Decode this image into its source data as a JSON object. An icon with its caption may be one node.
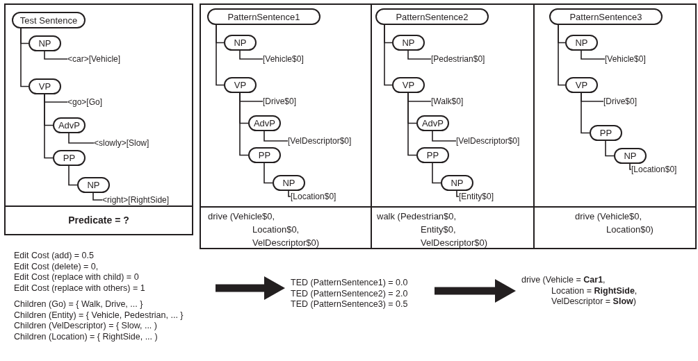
{
  "diagram": {
    "nodes": [
      {
        "text": [],
        "shape": "box"
      },
      {
        "text": [
          "Test Sentence"
        ],
        "in": 0
      },
      {
        "text": [
          "NP"
        ],
        "in": 0
      },
      {
        "text": [
          "<car>[Vehicle]"
        ],
        "in": 0
      },
      {
        "text": [
          "VP"
        ],
        "in": 0
      },
      {
        "text": [
          "<go>[Go]"
        ],
        "in": 0
      },
      {
        "text": [
          "AdvP"
        ],
        "in": 0
      },
      {
        "text": [
          "<slowly>[Slow]"
        ],
        "in": 0
      },
      {
        "text": [
          "PP"
        ],
        "in": 0
      },
      {
        "text": [
          "NP"
        ],
        "in": 0
      },
      {
        "text": [
          "<right>[RightSide]"
        ],
        "in": 0
      },
      {
        "text": [
          "Predicate = ?"
        ],
        "in": 0
      },
      {
        "text": [],
        "shape": "box"
      },
      {
        "text": [
          "PatternSentence1"
        ],
        "in": 12
      },
      {
        "text": [
          "NP"
        ],
        "in": 12
      },
      {
        "text": [
          "[Vehicle$0]"
        ],
        "in": 12
      },
      {
        "text": [
          "VP"
        ],
        "in": 12
      },
      {
        "text": [
          "[Drive$0]"
        ],
        "in": 12
      },
      {
        "text": [
          "AdvP"
        ],
        "in": 12
      },
      {
        "text": [
          "[VelDescriptor$0]"
        ],
        "in": 12
      },
      {
        "text": [
          "PP"
        ],
        "in": 12
      },
      {
        "text": [
          "NP"
        ],
        "in": 12
      },
      {
        "text": [
          "[Location$0]"
        ],
        "in": 12
      },
      {
        "text": [
          "drive (Vehicle$0,",
          "Location$0,",
          "VelDescriptor$0)"
        ],
        "in": 12
      },
      {
        "text": [],
        "shape": "box"
      },
      {
        "text": [
          "PatternSentence2"
        ],
        "in": 24
      },
      {
        "text": [
          "NP"
        ],
        "in": 24
      },
      {
        "text": [
          "[Pedestrian$0]"
        ],
        "in": 24
      },
      {
        "text": [
          "VP"
        ],
        "in": 24
      },
      {
        "text": [
          "[Walk$0]"
        ],
        "in": 24
      },
      {
        "text": [
          "AdvP"
        ],
        "in": 24
      },
      {
        "text": [
          "[VelDescriptor$0]"
        ],
        "in": 24
      },
      {
        "text": [
          "PP"
        ],
        "in": 24
      },
      {
        "text": [
          "NP"
        ],
        "in": 24
      },
      {
        "text": [
          "[Entity$0]"
        ],
        "in": 24
      },
      {
        "text": [
          "walk (Pedestrian$0,",
          "Entity$0,",
          "VelDescriptor$0)"
        ],
        "in": 24
      },
      {
        "text": [],
        "shape": "box"
      },
      {
        "text": [
          "PatternSentence3"
        ],
        "in": 36
      },
      {
        "text": [
          "NP"
        ],
        "in": 36
      },
      {
        "text": [
          "[Vehicle$0]"
        ],
        "in": 36
      },
      {
        "text": [
          "VP"
        ],
        "in": 36
      },
      {
        "text": [
          "[Drive$0]"
        ],
        "in": 36
      },
      {
        "text": [
          "PP"
        ],
        "in": 36
      },
      {
        "text": [
          "NP"
        ],
        "in": 36
      },
      {
        "text": [
          "[Location$0]"
        ],
        "in": 36
      },
      {
        "text": [
          "drive (Vehicle$0,",
          "Location$0)"
        ],
        "in": 36
      },
      {
        "text": [
          "Edit Cost (add) = 0.5",
          "Edit Cost (delete) = 0,",
          "Edit Cost (replace with child) = 0",
          "Edit Cost (replace with others) = 1",
          "Children (Go) = { Walk, Drive, ... }",
          "Children (Entity) = { Vehicle, Pedestrian, ... }",
          "Children (VelDescriptor) = { Slow, ... )",
          "Children (Location) = { RightSide, ... )"
        ]
      },
      {
        "text": [
          "TED (PatternSentence1) = 0.0",
          "TED (PatternSentence2) = 2.0",
          "TED (PatternSentence3) = 0.5"
        ]
      },
      {
        "text": [
          "drive (Vehicle = **Car1**,",
          "Location = **RightSide**,",
          "VelDescriptor = **Slow**)"
        ]
      }
    ],
    "edges": [
      {
        "from": 1,
        "to": 2,
        "arrow": "none"
      },
      {
        "from": 2,
        "to": 3,
        "arrow": "none"
      },
      {
        "from": 1,
        "to": 4,
        "arrow": "none"
      },
      {
        "from": 4,
        "to": 5,
        "arrow": "none"
      },
      {
        "from": 4,
        "to": 6,
        "arrow": "none"
      },
      {
        "from": 6,
        "to": 7,
        "arrow": "none"
      },
      {
        "from": 4,
        "to": 8,
        "arrow": "none"
      },
      {
        "from": 8,
        "to": 9,
        "arrow": "none"
      },
      {
        "from": 9,
        "to": 10,
        "arrow": "none"
      },
      {
        "from": 13,
        "to": 14,
        "arrow": "none"
      },
      {
        "from": 14,
        "to": 15,
        "arrow": "none"
      },
      {
        "from": 13,
        "to": 16,
        "arrow": "none"
      },
      {
        "from": 16,
        "to": 17,
        "arrow": "none"
      },
      {
        "from": 16,
        "to": 18,
        "arrow": "none"
      },
      {
        "from": 18,
        "to": 19,
        "arrow": "none"
      },
      {
        "from": 16,
        "to": 20,
        "arrow": "none"
      },
      {
        "from": 20,
        "to": 21,
        "arrow": "none"
      },
      {
        "from": 21,
        "to": 22,
        "arrow": "none"
      },
      {
        "from": 25,
        "to": 26,
        "arrow": "none"
      },
      {
        "from": 26,
        "to": 27,
        "arrow": "none"
      },
      {
        "from": 25,
        "to": 28,
        "arrow": "none"
      },
      {
        "from": 28,
        "to": 29,
        "arrow": "none"
      },
      {
        "from": 28,
        "to": 30,
        "arrow": "none"
      },
      {
        "from": 30,
        "to": 31,
        "arrow": "none"
      },
      {
        "from": 28,
        "to": 32,
        "arrow": "none"
      },
      {
        "from": 32,
        "to": 33,
        "arrow": "none"
      },
      {
        "from": 33,
        "to": 34,
        "arrow": "none"
      },
      {
        "from": 37,
        "to": 38,
        "arrow": "none"
      },
      {
        "from": 38,
        "to": 39,
        "arrow": "none"
      },
      {
        "from": 37,
        "to": 40,
        "arrow": "none"
      },
      {
        "from": 40,
        "to": 41,
        "arrow": "none"
      },
      {
        "from": 40,
        "to": 42,
        "arrow": "none"
      },
      {
        "from": 42,
        "to": 43,
        "arrow": "none"
      },
      {
        "from": 43,
        "to": 44,
        "arrow": "none"
      },
      {
        "from": 46,
        "to": 47,
        "arrow": "to",
        "style": "thick"
      },
      {
        "from": 47,
        "to": 48,
        "arrow": "to",
        "style": "thick"
      }
    ]
  }
}
